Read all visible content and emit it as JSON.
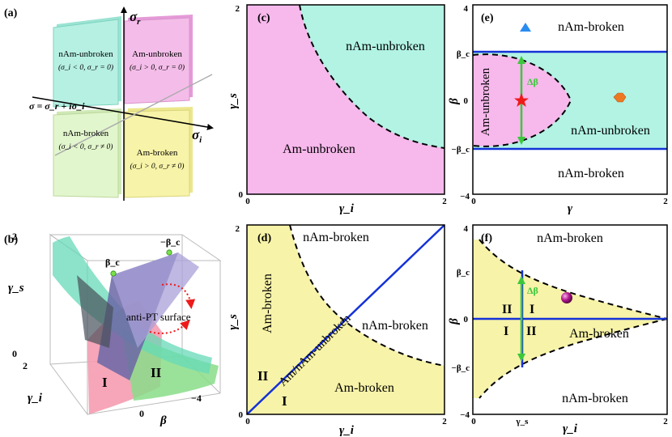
{
  "colors": {
    "am_unbroken": "#f7b8ec",
    "nam_unbroken": "#b2f3e4",
    "am_broken": "#f7f3a8",
    "white": "#ffffff",
    "line_blue": "#1432d8",
    "arrow_green": "#3cc83c",
    "star_red": "#ee1a1a",
    "hex_orange": "#ee7722",
    "tri_blue": "#2a8cef",
    "sphere_magenta": "#b3178f",
    "surface_pink": "#f59cb0",
    "surface_teal": "#66d9b7",
    "surface_purple": "#8e86c6",
    "surface_green": "#88dd88"
  },
  "panel_a": {
    "label": "(a)",
    "axis_sigma_r": "σ",
    "axis_sigma_r_sub": "r",
    "axis_sigma_i": "σ",
    "axis_sigma_i_sub": "i",
    "equation": "σ = σ_r + iσ_i",
    "quadrants": [
      {
        "title": "nAm-unbroken",
        "cond": "(σ_i < 0, σ_r = 0)"
      },
      {
        "title": "Am-unbroken",
        "cond": "(σ_i > 0, σ_r = 0)"
      },
      {
        "title": "nAm-broken",
        "cond": "(σ_i < 0, σ_r ≠ 0)"
      },
      {
        "title": "Am-broken",
        "cond": "(σ_i > 0, σ_r ≠ 0)"
      }
    ]
  },
  "panel_b": {
    "label": "(b)",
    "tick_top": "2",
    "tick_zero": "0",
    "tick_two": "2",
    "tick_b0": "0",
    "tick_b4": "−4",
    "axis_gs": "γ_s",
    "axis_gi": "γ_i",
    "axis_beta": "β",
    "beta_c": "β_c",
    "neg_beta_c": "−β_c",
    "surface_label": "anti-PT surface",
    "region_I": "I",
    "region_II": "II"
  },
  "panel_c": {
    "label": "(c)",
    "region_top": "nAm-unbroken",
    "region_bottom": "Am-unbroken",
    "y_tick_top": "2",
    "y_tick_bottom": "0",
    "x_tick_left": "0",
    "x_tick_right": "2",
    "xlabel": "γ_i",
    "ylabel": "γ_s"
  },
  "panel_d": {
    "label": "(d)",
    "region_top": "nAm-broken",
    "region_left": "Am-broken",
    "region_right": "nAm-broken",
    "region_bottom": "Am-broken",
    "diag_label": "Am/nAm-unbroken",
    "region_I": "I",
    "region_II": "II",
    "y_tick_top": "2",
    "y_tick_bottom": "0",
    "x_tick_left": "0",
    "x_tick_right": "2",
    "xlabel": "γ_i",
    "ylabel": "γ_s"
  },
  "panel_e": {
    "label": "(e)",
    "region_top": "nAm-broken",
    "region_mid": "nAm-unbroken",
    "region_bottom": "nAm-broken",
    "region_left": "Am-unbroken",
    "delta_beta": "Δβ",
    "y_tick_4": "4",
    "y_tick_bc": "β_c",
    "y_tick_0": "0",
    "y_tick_nbc": "−β_c",
    "y_tick_n4": "−4",
    "x_tick_left": "0",
    "x_tick_right": "2",
    "xlabel": "γ",
    "ylabel": "β"
  },
  "panel_f": {
    "label": "(f)",
    "region_top": "nAm-broken",
    "region_mid": "Am-broken",
    "region_bottom": "nAm-broken",
    "delta_beta": "Δβ",
    "region_I_a": "I",
    "region_II_a": "II",
    "region_I_b": "I",
    "region_II_b": "II",
    "y_tick_4": "4",
    "y_tick_bc": "β_c",
    "y_tick_0": "0",
    "y_tick_nbc": "−β_c",
    "y_tick_n4": "−4",
    "x_tick_left": "0",
    "x_tick_gs": "γ_s",
    "x_tick_right": "2",
    "xlabel": "γ_i",
    "ylabel": "β"
  }
}
